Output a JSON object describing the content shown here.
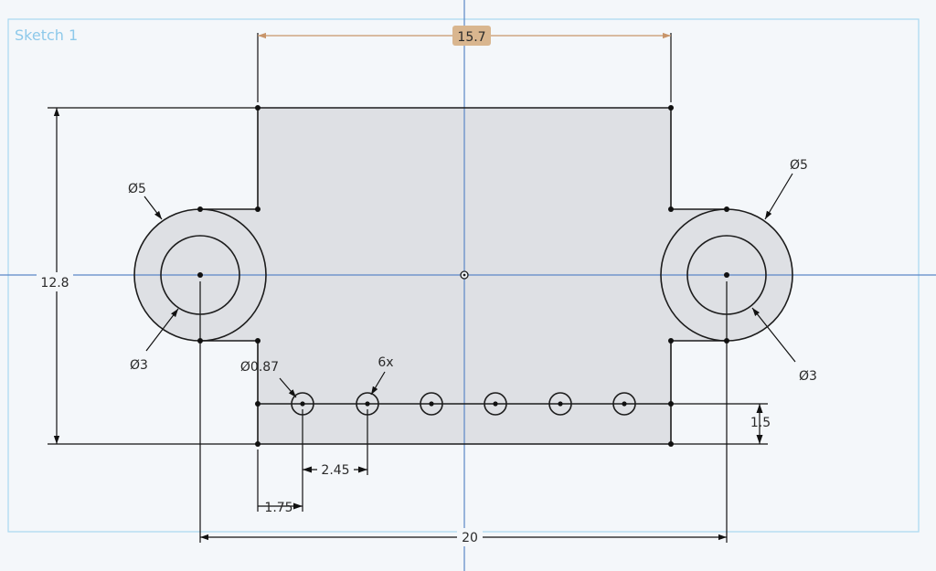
{
  "sketch": {
    "label": "Sketch 1"
  },
  "colors": {
    "background": "#f4f7fa",
    "sketch_frame": "#a8d8f0",
    "axis": "#5b87c6",
    "fill": "#dee0e4",
    "line": "#1c1c1c",
    "highlight_dim": "#c8956a",
    "highlight_badge": "#d9b68f"
  },
  "dimensions": {
    "top_width": "15.7",
    "height": "12.8",
    "left_outer_diameter": "Ø5",
    "left_inner_diameter": "Ø3",
    "right_outer_diameter": "Ø5",
    "right_inner_diameter": "Ø3",
    "small_hole_diameter": "Ø0.87",
    "hole_count": "6x",
    "hole_spacing": "2.45",
    "hole_edge_offset": "1.75",
    "hole_bottom_offset": "1.5",
    "overall_width": "20"
  }
}
